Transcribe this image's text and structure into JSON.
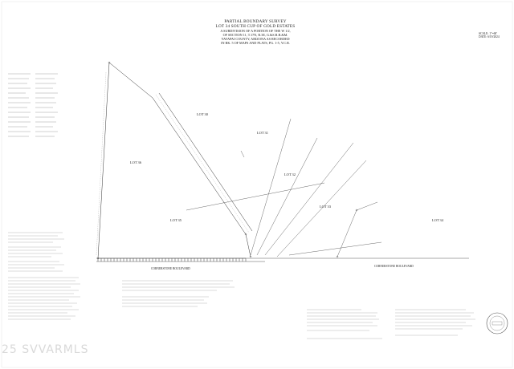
{
  "survey": {
    "title_line1": "PARTIAL BOUNDARY SURVEY",
    "title_line2": "LOT 34 SOUTH CUP OF GOLD ESTATES",
    "desc1": "A SUBDIVISION OF A PORTION OF THE W 1/2,",
    "desc2": "OF SECTION 11, T.17N, R.3E, G.&S.R.B.&M.",
    "desc3": "YAVAPAI COUNTY, ARIZONA AS RECORDED",
    "desc4": "IN BK. 5 OF MAPS AND PLATS, PG. 1-5, Y.C.R."
  },
  "scale": {
    "line1": "SCALE: 1\"=60'",
    "line2": "DATE: 6/19/2024"
  },
  "lots": {
    "lot_30": "LOT 30",
    "lot_31": "LOT 31",
    "lot_32": "LOT 32",
    "lot_33": "LOT 33",
    "lot_34": "LOT 34",
    "lot_35": "LOT 35",
    "lot_36": "LOT 36"
  },
  "roads": {
    "road_center": "CORNERSTONE BOULEVARD",
    "road_right": "CORNERSTONE BOULEVARD"
  },
  "watermark": "25 SVVARMLS",
  "colors": {
    "line": "#333333",
    "faint": "#9a9a9a",
    "hatch": "#555555"
  }
}
